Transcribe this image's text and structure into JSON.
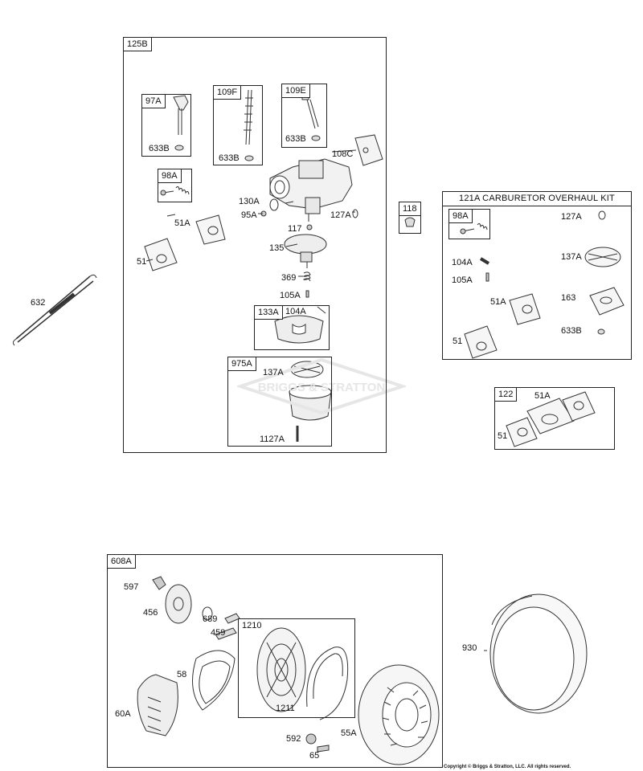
{
  "boxes": {
    "b125B": "125B",
    "b97A": "97A",
    "b109F": "109F",
    "b109E": "109E",
    "b98A": "98A",
    "b133A": "133A",
    "b975A": "975A",
    "b118": "118",
    "kit_title": "121A CARBURETOR OVERHAUL KIT",
    "kit_98A": "98A",
    "b122": "122",
    "b608A": "608A",
    "b1210": "1210"
  },
  "labels": {
    "l633B_a": "633B",
    "l633B_b": "633B",
    "l633B_c": "633B",
    "l108C": "108C",
    "l130A": "130A",
    "l95A": "95A",
    "l127A": "127A",
    "l117": "117",
    "l51A": "51A",
    "l51": "51",
    "l135": "135",
    "l369": "369",
    "l105A": "105A",
    "l104A": "104A",
    "l137A": "137A",
    "l1127A": "1127A",
    "l632": "632",
    "k127A": "127A",
    "k104A": "104A",
    "k137A": "137A",
    "k105A": "105A",
    "k51A": "51A",
    "k163": "163",
    "k51": "51",
    "k633B": "633B",
    "g51A": "51A",
    "g51": "51",
    "l597": "597",
    "l456": "456",
    "l689": "689",
    "l459": "459",
    "l58": "58",
    "l60A": "60A",
    "l1211": "1211",
    "l592": "592",
    "l65": "65",
    "l55A": "55A",
    "l930": "930"
  },
  "watermark": "BRIGGS & STRATTON",
  "copyright": "Copyright © Briggs & Stratton, LLC. All rights reserved."
}
